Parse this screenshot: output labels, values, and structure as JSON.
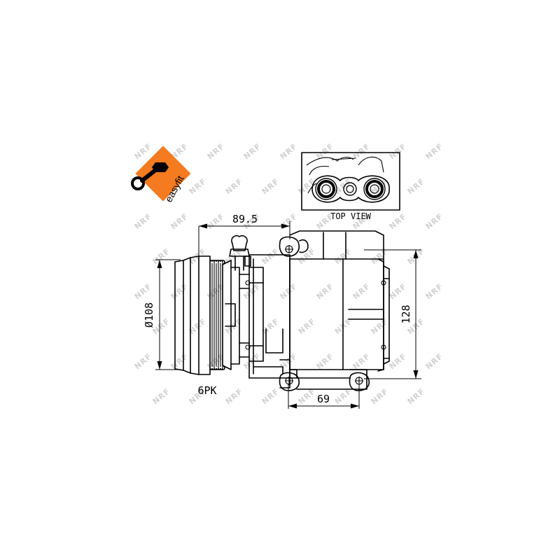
{
  "badge": {
    "text": "easyfit",
    "color": "#f47b20",
    "icon": "wrench-icon"
  },
  "watermark": {
    "text": "NRF",
    "color": "#d2d2d2"
  },
  "top_view": {
    "label": "TOP VIEW"
  },
  "dimensions": {
    "pulley_offset": "89.5",
    "pulley_diameter": "Ø108",
    "height": "128",
    "mount_spacing": "69"
  },
  "pulley": {
    "label": "6PK"
  }
}
